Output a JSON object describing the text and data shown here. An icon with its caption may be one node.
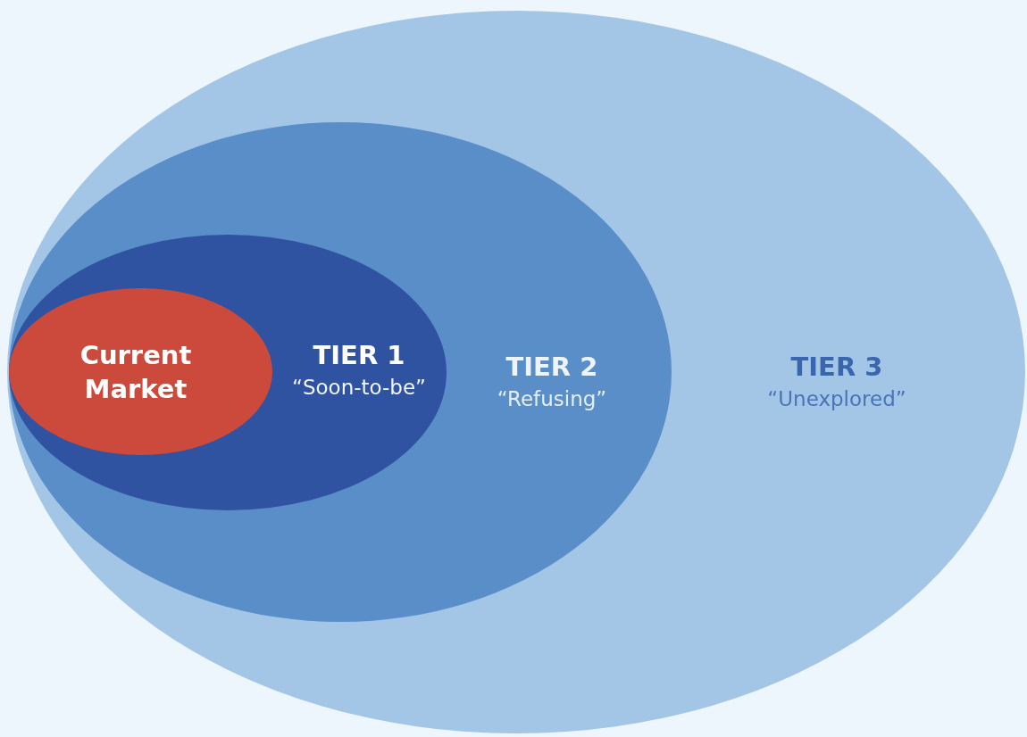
{
  "diagram": {
    "nodes": [
      {
        "text": [
          "TIER 3",
          "“Unexplored”"
        ]
      },
      {
        "text": [
          "TIER 2",
          "“Refusing”"
        ],
        "in": 0
      },
      {
        "text": [
          "TIER 1",
          "“Soon-to-be”"
        ],
        "in": 1
      },
      {
        "text": [
          "Current Market"
        ],
        "in": 2
      }
    ]
  }
}
